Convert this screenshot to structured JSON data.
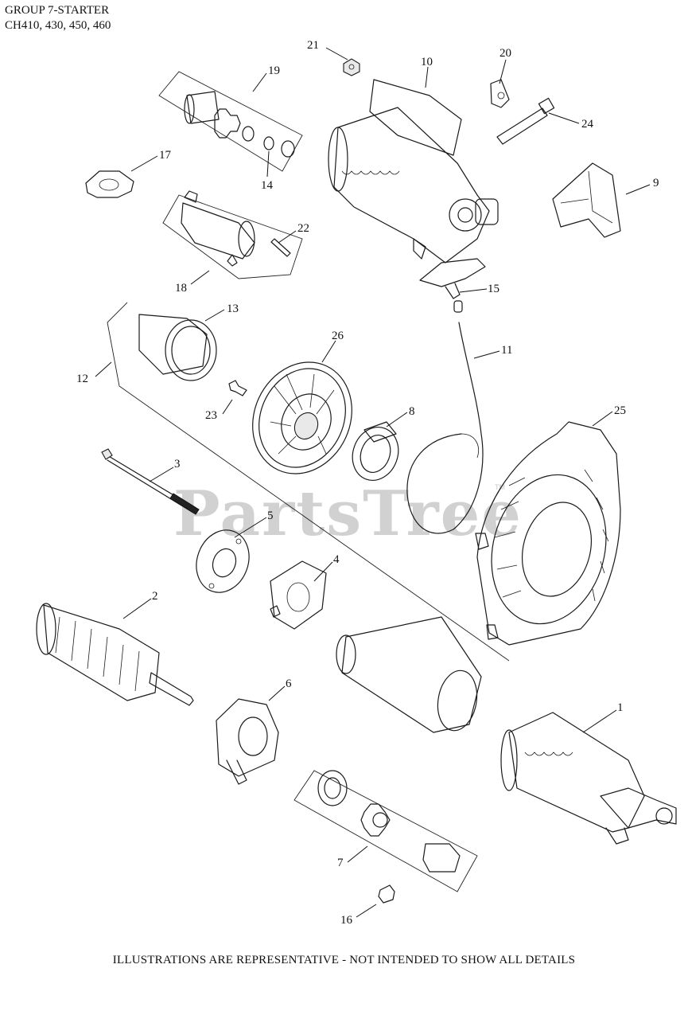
{
  "header": {
    "line1": "GROUP 7-STARTER",
    "line2": "CH410, 430, 450, 460"
  },
  "watermark": {
    "text": "PartsTree",
    "tm": "TM"
  },
  "footer": "ILLUSTRATIONS ARE REPRESENTATIVE - NOT INTENDED TO SHOW ALL DETAILS",
  "callouts": {
    "c1": "1",
    "c2": "2",
    "c3": "3",
    "c4": "4",
    "c5": "5",
    "c6": "6",
    "c7": "7",
    "c8": "8",
    "c9": "9",
    "c10": "10",
    "c11": "11",
    "c12": "12",
    "c13": "13",
    "c14": "14",
    "c15": "15",
    "c16": "16",
    "c17": "17",
    "c18": "18",
    "c19": "19",
    "c20": "20",
    "c21": "21",
    "c22": "22",
    "c23": "23",
    "c24": "24",
    "c25": "25",
    "c26": "26"
  }
}
